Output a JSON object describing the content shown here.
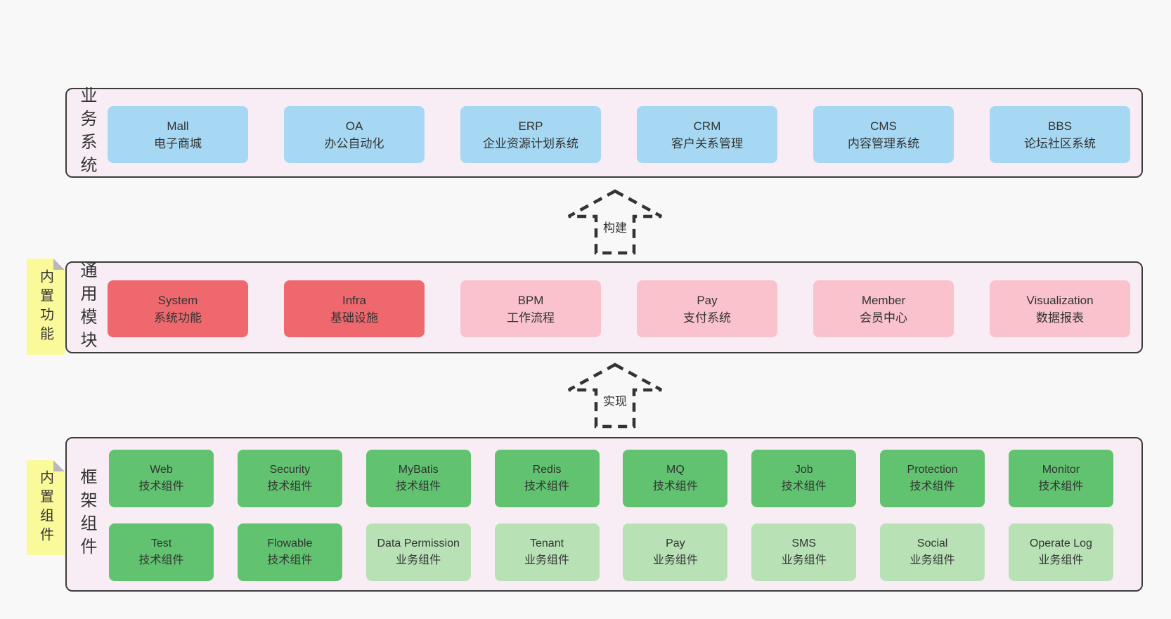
{
  "colors": {
    "page": "#f8f8f8",
    "band": "#f8edf5",
    "border": "#3c3c3c",
    "blue": "#a7d8f3",
    "red": "#ef686d",
    "pink": "#f9c2cc",
    "green": "#61c370",
    "lightgreen": "#b8e2b6",
    "note": "#fbfa9b",
    "fold": "#b9b9b9",
    "text": "#333333"
  },
  "bands": [
    {
      "label": "业务系统",
      "boxes": [
        {
          "name": "Mall",
          "desc": "电子商城"
        },
        {
          "name": "OA",
          "desc": "办公自动化"
        },
        {
          "name": "ERP",
          "desc": "企业资源计划系统"
        },
        {
          "name": "CRM",
          "desc": "客户关系管理"
        },
        {
          "name": "CMS",
          "desc": "内容管理系统"
        },
        {
          "name": "BBS",
          "desc": "论坛社区系统"
        }
      ]
    },
    {
      "label": "通用模块",
      "note": "内置功能",
      "boxes": [
        {
          "name": "System",
          "desc": "系统功能"
        },
        {
          "name": "Infra",
          "desc": "基础设施"
        },
        {
          "name": "BPM",
          "desc": "工作流程"
        },
        {
          "name": "Pay",
          "desc": "支付系统"
        },
        {
          "name": "Member",
          "desc": "会员中心"
        },
        {
          "name": "Visualization",
          "desc": "数据报表"
        }
      ]
    },
    {
      "label": "框架组件",
      "note": "内置组件",
      "rows": [
        [
          {
            "name": "Web",
            "desc": "技术组件"
          },
          {
            "name": "Security",
            "desc": "技术组件"
          },
          {
            "name": "MyBatis",
            "desc": "技术组件"
          },
          {
            "name": "Redis",
            "desc": "技术组件"
          },
          {
            "name": "MQ",
            "desc": "技术组件"
          },
          {
            "name": "Job",
            "desc": "技术组件"
          },
          {
            "name": "Protection",
            "desc": "技术组件"
          },
          {
            "name": "Monitor",
            "desc": "技术组件"
          }
        ],
        [
          {
            "name": "Test",
            "desc": "技术组件"
          },
          {
            "name": "Flowable",
            "desc": "技术组件"
          },
          {
            "name": "Data Permission",
            "desc": "业务组件"
          },
          {
            "name": "Tenant",
            "desc": "业务组件"
          },
          {
            "name": "Pay",
            "desc": "业务组件"
          },
          {
            "name": "SMS",
            "desc": "业务组件"
          },
          {
            "name": "Social",
            "desc": "业务组件"
          },
          {
            "name": "Operate Log",
            "desc": "业务组件"
          }
        ]
      ]
    }
  ],
  "arrows": [
    {
      "label": "构建"
    },
    {
      "label": "实现"
    }
  ]
}
